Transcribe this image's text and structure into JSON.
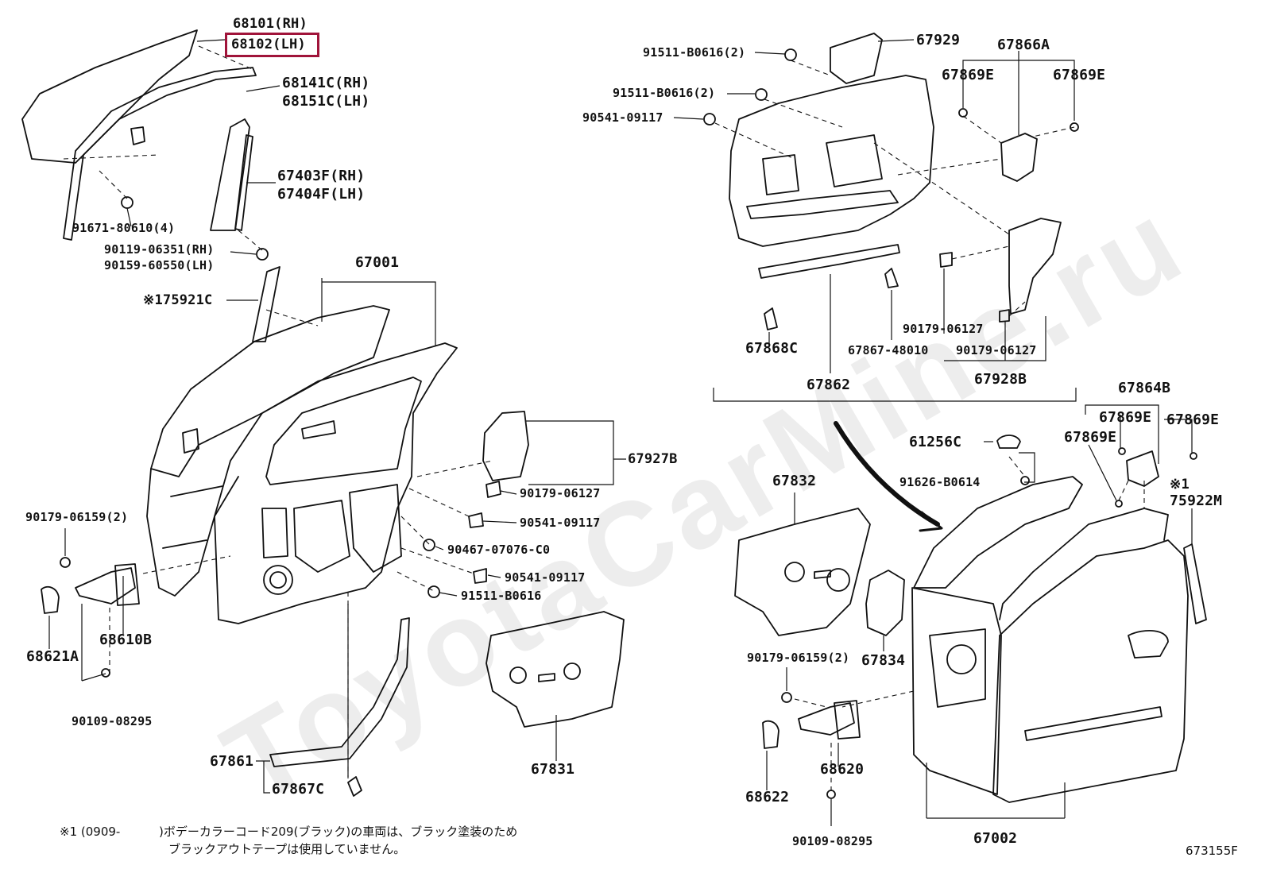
{
  "watermark": "ToyotaCarMine.ru",
  "diagram_code": "673155F",
  "highlight_color": "#a0143a",
  "labels": {
    "p68101": "68101(RH)",
    "p68102": "68102(LH)",
    "p68141": "68141C(RH)",
    "p68151": "68151C(LH)",
    "p67403": "67403F(RH)",
    "p67404": "67404F(LH)",
    "p91671": "91671-80610(4)",
    "p90119": "90119-06351(RH)",
    "p90159": "90159-60550(LH)",
    "p75921": "※175921C",
    "p67001": "67001",
    "p67927": "67927B",
    "p90179a": "90179-06127",
    "p90541a": "90541-09117",
    "p90467": "90467-07076-C0",
    "p90541b": "90541-09117",
    "p91511a": "91511-B0616",
    "p90179b": "90179-06159(2)",
    "p68610": "68610B",
    "p68621": "68621A",
    "p90109a": "90109-08295",
    "p67861": "67861",
    "p67867c": "67867C",
    "p67831": "67831",
    "p91511b": "91511-B0616(2)",
    "p91511c": "91511-B0616(2)",
    "p90541c": "90541-09117",
    "p67929": "67929",
    "p67866": "67866A",
    "p67869a": "67869E",
    "p67869b": "67869E",
    "p90179c": "90179-06127",
    "p90179d": "90179-06127",
    "p67868": "67868C",
    "p67867b": "67867-48010",
    "p67862": "67862",
    "p67928": "67928B",
    "p67864": "67864B",
    "p67869c": "67869E",
    "p67869d": "67869E",
    "p67869e": "67869E",
    "p61256": "61256C",
    "p91626": "91626-B0614",
    "p75922a": "※1",
    "p75922b": "75922M",
    "p67832": "67832",
    "p67834": "67834",
    "p90179e": "90179-06159(2)",
    "p68620": "68620",
    "p68622": "68622",
    "p90109b": "90109-08295",
    "p67002": "67002"
  },
  "footnote": {
    "mark": "※1 (0909-",
    "line1": ")ボデーカラーコード209(ブラック)の車両は、ブラック塗装のため",
    "line2": "ブラックアウトテープは使用していません。"
  }
}
